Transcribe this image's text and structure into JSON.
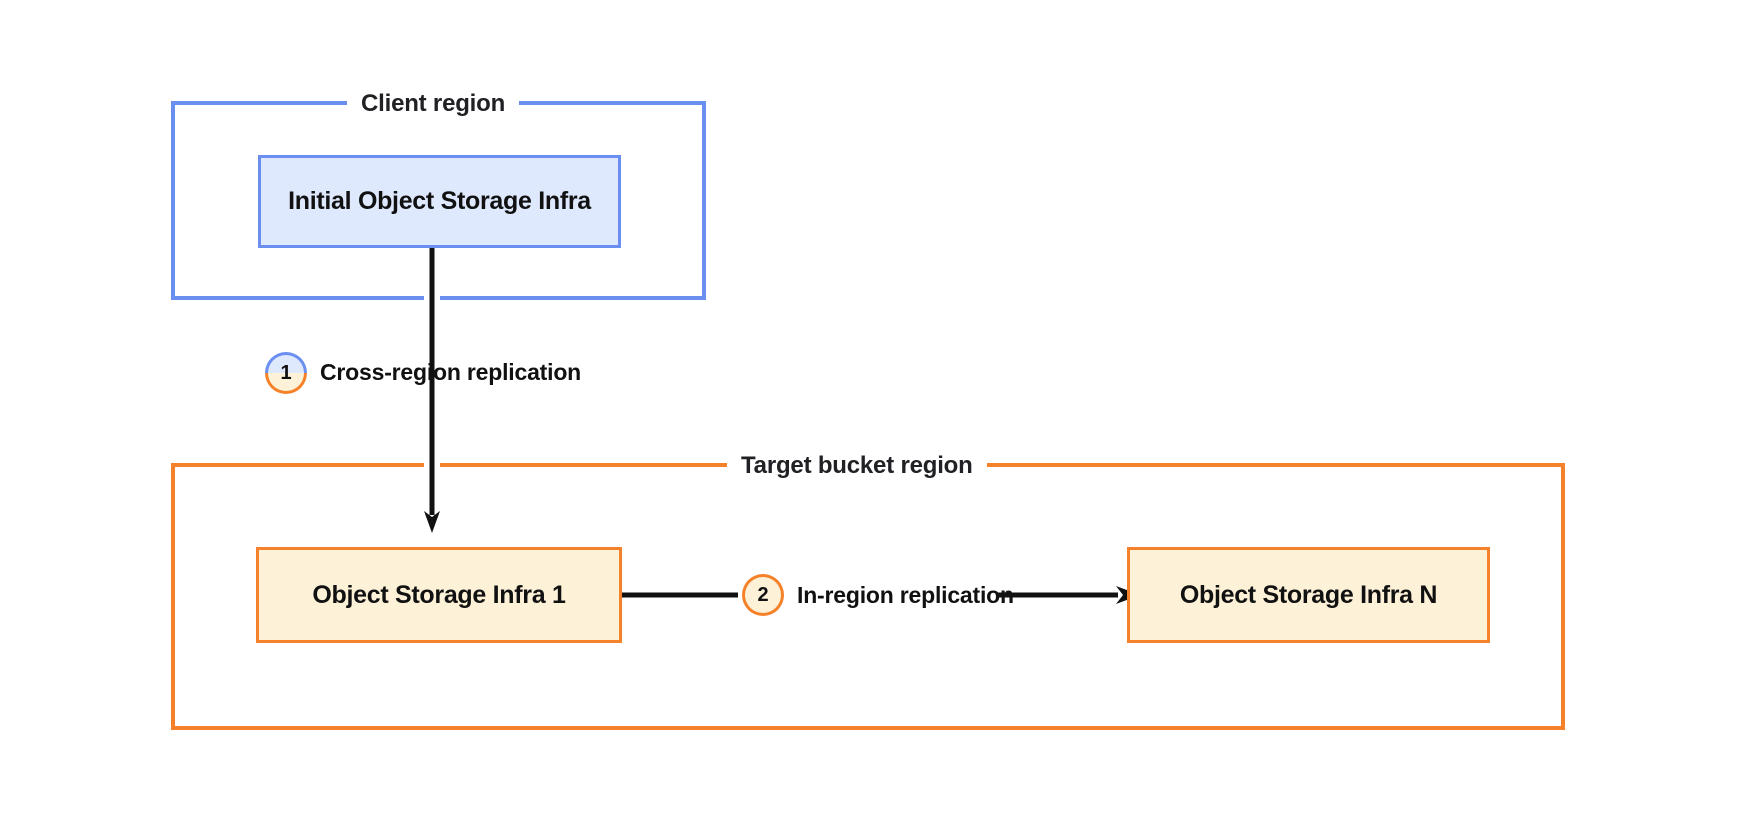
{
  "diagram": {
    "title": "Object storage replication topology",
    "background_color": "#ffffff",
    "colors": {
      "client_accent": "#6a8ff0",
      "client_fill": "#dfe9fd",
      "target_accent": "#f5822a",
      "target_fill": "#fdf2d8",
      "connector": "#111111",
      "text": "#111111"
    }
  },
  "regions": [
    {
      "id": "client-region",
      "title": "Client region",
      "accent": "#6a8ff0"
    },
    {
      "id": "target-region",
      "title": "Target bucket region",
      "accent": "#f5822a"
    }
  ],
  "nodes": [
    {
      "id": "node-initial",
      "label": "Initial Object Storage Infra",
      "region": "client-region",
      "style": "blue"
    },
    {
      "id": "node-infra-1",
      "label": "Object Storage Infra 1",
      "region": "target-region",
      "style": "orange"
    },
    {
      "id": "node-infra-n",
      "label": "Object Storage Infra N",
      "region": "target-region",
      "style": "orange"
    }
  ],
  "steps": [
    {
      "number": "1",
      "label": "Cross-region replication",
      "from": "node-initial",
      "to": "node-infra-1",
      "direction": "vertical-down"
    },
    {
      "number": "2",
      "label": "In-region replication",
      "from": "node-infra-1",
      "to": "node-infra-n",
      "direction": "horizontal-right"
    }
  ]
}
